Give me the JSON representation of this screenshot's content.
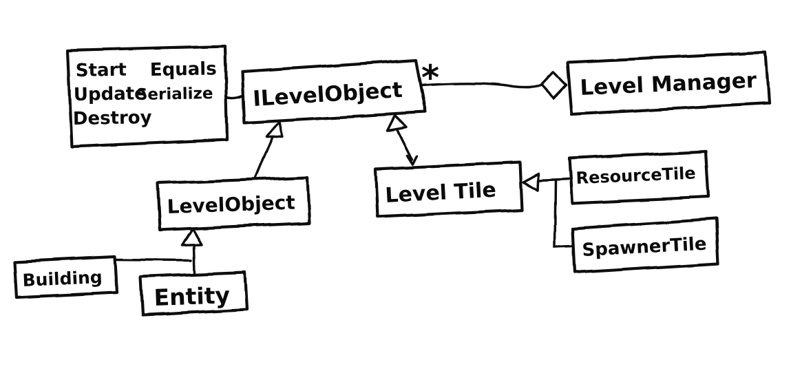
{
  "canvas": {
    "background": "#ffffff",
    "ink": "#0d0d0d"
  },
  "nodes": {
    "ilevelobject": {
      "label": "ILevelObject"
    },
    "levelmanager": {
      "label": "Level Manager"
    },
    "levelobject": {
      "label": "LevelObject"
    },
    "leveltile": {
      "label": "Level Tile"
    },
    "resourcetile": {
      "label": "ResourceTile"
    },
    "spawnertile": {
      "label": "SpawnerTile"
    },
    "building": {
      "label": "Building"
    },
    "entity": {
      "label": "Entity"
    }
  },
  "methods_note": {
    "attached_to": "ILevelObject",
    "col1": [
      "Start",
      "Update",
      "Destroy"
    ],
    "col2": [
      "Equals",
      "Serialize"
    ]
  },
  "relations": {
    "multiplicity": "*",
    "edges": [
      {
        "from": "LevelObject",
        "to": "ILevelObject",
        "type": "inheritance"
      },
      {
        "from": "Level Tile",
        "to": "ILevelObject",
        "type": "inheritance"
      },
      {
        "from": "ILevelObject",
        "to": "Level Manager",
        "type": "aggregation",
        "multiplicity": "*"
      },
      {
        "from": "ResourceTile",
        "to": "Level Tile",
        "type": "inheritance"
      },
      {
        "from": "SpawnerTile",
        "to": "Level Tile",
        "type": "inheritance"
      },
      {
        "from": "Building",
        "to": "LevelObject",
        "type": "inheritance"
      },
      {
        "from": "Entity",
        "to": "LevelObject",
        "type": "inheritance"
      }
    ]
  }
}
